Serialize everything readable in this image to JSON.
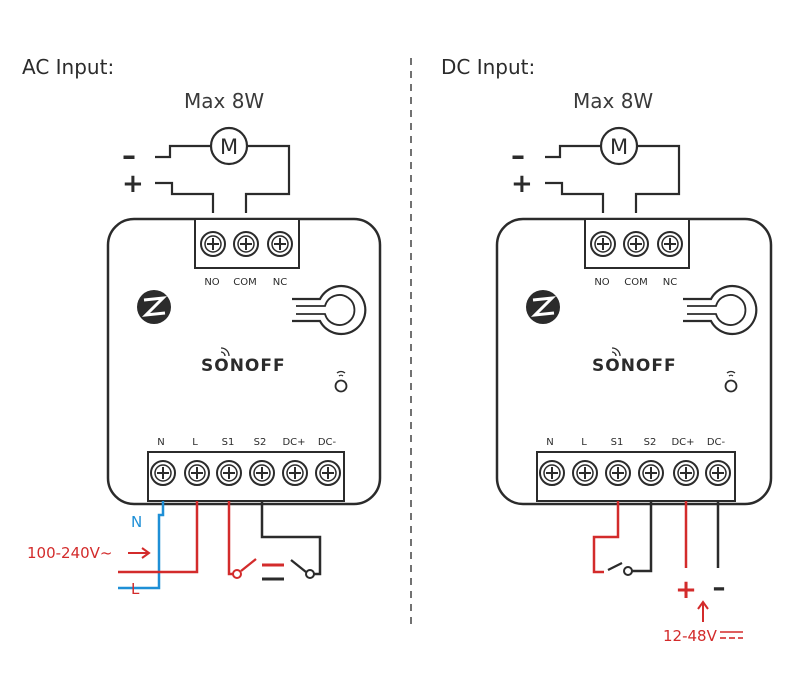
{
  "ac": {
    "title": "AC Input:",
    "max": "Max 8W",
    "motor": "M",
    "minus": "–",
    "plus": "+",
    "terminals_top": [
      "NO",
      "COM",
      "NC"
    ],
    "terminals_bottom": [
      "N",
      "L",
      "S1",
      "S2",
      "DC+",
      "DC-"
    ],
    "brand": "SONOFF",
    "wire_n": "N",
    "wire_l": "L",
    "voltage": "100-240V~"
  },
  "dc": {
    "title": "DC Input:",
    "max": "Max 8W",
    "motor": "M",
    "minus": "–",
    "plus": "+",
    "terminals_top": [
      "NO",
      "COM",
      "NC"
    ],
    "terminals_bottom": [
      "N",
      "L",
      "S1",
      "S2",
      "DC+",
      "DC-"
    ],
    "brand": "SONOFF",
    "pos": "+",
    "neg": "–",
    "voltage": "12-48V"
  },
  "colors": {
    "red": "#d32b2b",
    "blue": "#1e8fd6",
    "ink": "#2b2b2b"
  }
}
